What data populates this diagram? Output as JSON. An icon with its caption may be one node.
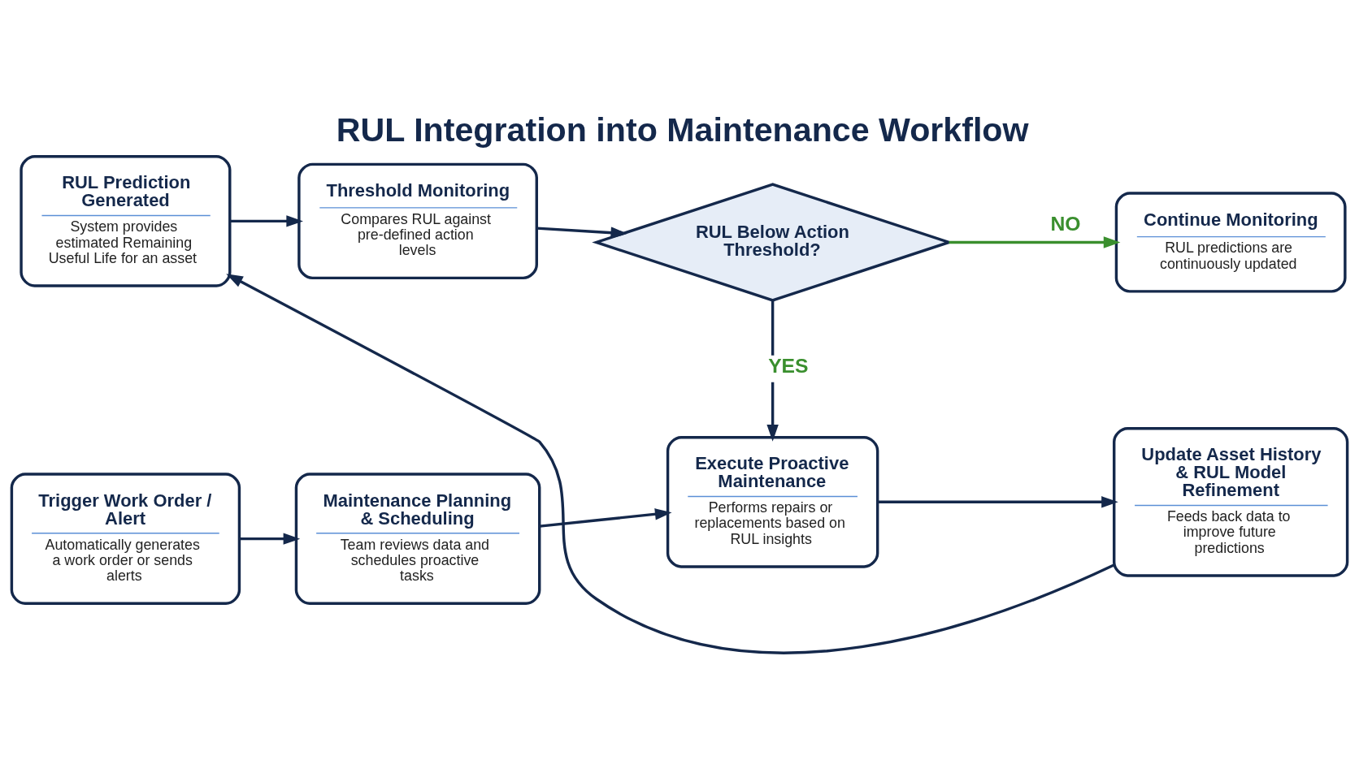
{
  "diagram": {
    "title": "RUL Integration into Maintenance Workflow",
    "nodes": [
      {
        "text": [
          "RUL Prediction Generated",
          "System provides estimated Remaining Useful Life for an asset"
        ]
      },
      {
        "text": [
          "Threshold Monitoring",
          "Compares RUL against pre-defined action levels"
        ]
      },
      {
        "text": [
          "RUL Below Action Threshold?"
        ]
      },
      {
        "text": [
          "Continue Monitoring",
          "RUL predictions are continuously updated"
        ]
      },
      {
        "text": [
          "Trigger Work Order / Alert",
          "Automatically generates a work order or sends alerts"
        ]
      },
      {
        "text": [
          "Maintenance Planning & Scheduling",
          "Team reviews data and schedules proactive tasks"
        ]
      },
      {
        "text": [
          "Execute Proactive Maintenance",
          "Performs repairs or replacements based on RUL insights"
        ]
      },
      {
        "text": [
          "Update Asset History & RUL Model Refinement",
          "Feeds back data to improve future predictions"
        ]
      }
    ],
    "edges": [
      {
        "from": 0,
        "to": 1,
        "arrow": "to"
      },
      {
        "from": 1,
        "to": 2,
        "arrow": "to"
      },
      {
        "from": 2,
        "to": 3,
        "arrow": "to",
        "label": "NO",
        "color": "#3a8f2e"
      },
      {
        "from": 2,
        "to": 6,
        "arrow": "to",
        "label": "YES"
      },
      {
        "from": 4,
        "to": 5,
        "arrow": "to"
      },
      {
        "from": 5,
        "to": 6,
        "arrow": "to"
      },
      {
        "from": 6,
        "to": 7,
        "arrow": "to"
      },
      {
        "from": 7,
        "to": 0,
        "arrow": "to"
      }
    ]
  }
}
